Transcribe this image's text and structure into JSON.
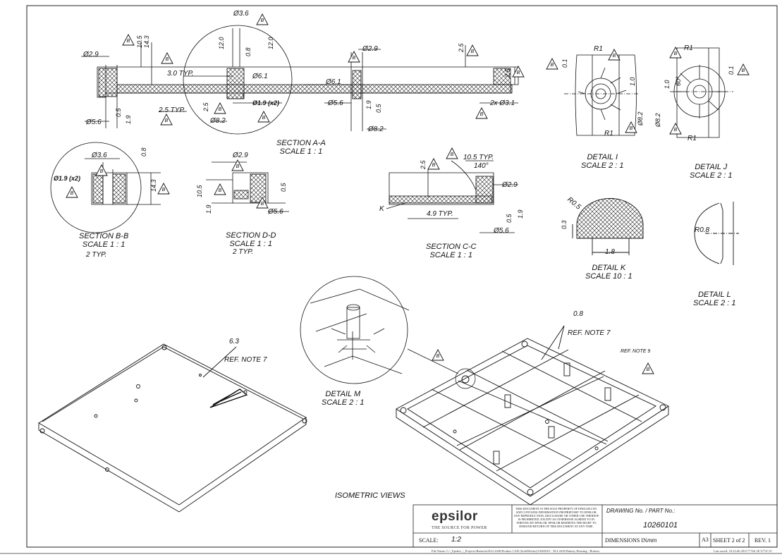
{
  "sections": {
    "section_aa": {
      "title": "SECTION A-A",
      "scale": "SCALE 1 : 1"
    },
    "section_bb": {
      "title": "SECTION B-B",
      "scale": "SCALE 1 : 1",
      "note": "2 TYP."
    },
    "section_dd": {
      "title": "SECTION D-D",
      "scale": "SCALE 1 : 1",
      "note": "2 TYP."
    },
    "section_cc": {
      "title": "SECTION C-C",
      "scale": "SCALE 1 : 1"
    }
  },
  "details": {
    "detail_i": {
      "title": "DETAIL I",
      "scale": "SCALE 2 : 1"
    },
    "detail_j": {
      "title": "DETAIL J",
      "scale": "SCALE 2 : 1"
    },
    "detail_k": {
      "title": "DETAIL K",
      "scale": "SCALE 10 : 1"
    },
    "detail_l": {
      "title": "DETAIL L",
      "scale": "SCALE 2 : 1"
    },
    "detail_m": {
      "title": "DETAIL M",
      "scale": "SCALE 2 : 1"
    }
  },
  "isometric": {
    "title": "ISOMETRIC VIEWS",
    "ref_note_7": "REF. NOTE 7",
    "ref_note_9": "REF. NOTE 9",
    "dim_6_3": "6.3",
    "dim_0_8": "0.8"
  },
  "dims": {
    "aa_d29_left": "Ø2.9",
    "aa_d36": "Ø3.6",
    "aa_d29_right": "Ø2.9",
    "aa_v105": "10.5",
    "aa_v143": "14.3",
    "aa_v120a": "12.0",
    "aa_v120b": "12.0",
    "aa_v08": "0.8",
    "aa_v25a": "2.5",
    "aa_30typ": "3.0 TYP.",
    "aa_d61a": "Ø6.1",
    "aa_d61b": "Ø6.1",
    "aa_25typ": "2.5 TYP.",
    "aa_d19x2": "Ø1.9 (x2)",
    "aa_d56a": "Ø5.6",
    "aa_d56b": "Ø5.6",
    "aa_d82a": "Ø8.2",
    "aa_d82b": "Ø8.2",
    "aa_v05a": "0.5",
    "aa_v19a": "1.9",
    "aa_v25b": "2.5",
    "aa_v19b": "1.9",
    "aa_v05b": "0.5",
    "aa_v25c": "2.5",
    "aa_2xd31": "2x Ø3.1",
    "bb_d36": "Ø3.6",
    "bb_d19x2": "Ø1.9 (x2)",
    "bb_v08": "0.8",
    "bb_v143": "14.3",
    "dd_d29": "Ø2.9",
    "dd_v105": "10.5",
    "dd_v05": "0.5",
    "dd_v19": "1.9",
    "dd_d56": "Ø5.6",
    "cc_105typ": "10.5 TYP.",
    "cc_140": "140°",
    "cc_v25": "2.5",
    "cc_d29": "Ø2.9",
    "cc_k": "K",
    "cc_49typ": "4.9 TYP.",
    "cc_v05": "0.5",
    "cc_v19": "1.9",
    "cc_d56": "Ø5.6",
    "i_r1a": "R1",
    "i_r1b": "R1",
    "i_v01": "0.1",
    "i_v10": "1.0",
    "i_d82": "Ø8.2",
    "j_r1a": "R1",
    "j_r1b": "R1",
    "j_v10": "1.0",
    "j_v01": "0.1",
    "j_60": "60°",
    "j_d82": "Ø8.2",
    "k_r05": "R0.5",
    "k_v03": "0.3",
    "k_18": "1.8",
    "l_r08": "R0.8"
  },
  "datum": "B",
  "title_block": {
    "company": "epsilor",
    "tagline": "THE SOURCE FOR POWER",
    "notice": "THIS DOCUMENT IS THE SOLE PROPERTY OF EPSILOR LTD. AND CONTAINS INFORMATION PROPRIETARY TO EPSILOR. ANY REPRODUCTION, DISCLOSURE OR OTHER USE THEREOF IS PROHIBITED, EXCEPT AS OTHERWISE AGREED TO IN WRITING BY EPSILOR. EPSILOR RESERVES THE RIGHT TO DEMAND RETURN OF THIS DOCUMENT AT ANY TIME.",
    "drawing_no_label": "DRAWING No. / PART No.:",
    "drawing_no": "10260101",
    "scale_label": "SCALE:",
    "scale_value": "1:2",
    "dimensions_label": "DIMENSIONS IN",
    "dimensions_unit": "mm",
    "size": "A3",
    "sheet": "SHEET 2 of 2",
    "rev": "REV. 1"
  },
  "footer": {
    "file_name": "File Name: C:\\_Epsilor_\\_Projects\\Batteries\\ELI-2430\\Product CAD (SolidWorks)\\10260101 - ELI-2430 Battery Housing - Bottom",
    "last_saved": "Last saved: 10:23:46 2015 יום שלישי 28 אפריל"
  }
}
